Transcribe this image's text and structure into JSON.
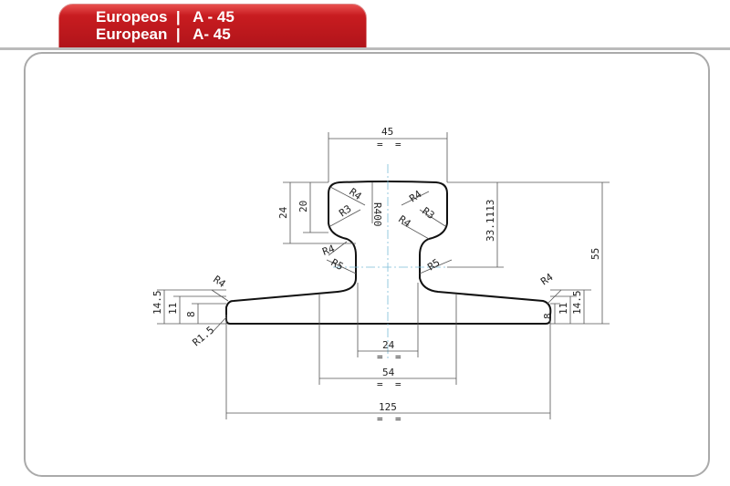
{
  "header": {
    "line1": "Europeos  |   A - 45",
    "line2": "European  |   A- 45"
  },
  "dims": {
    "head_width": "45",
    "base_width": "125",
    "web_width": "24",
    "foot_width": "54",
    "height": "55",
    "neck_height": "33.1113",
    "head_depth_24": "24",
    "head_depth_20": "20",
    "base_14_5": "14.5",
    "base_11": "11",
    "base_8": "8",
    "equal": "="
  },
  "radii": {
    "r4": "R4",
    "r3": "R3",
    "r5": "R5",
    "r400": "R400",
    "r1_5": "R1.5"
  }
}
